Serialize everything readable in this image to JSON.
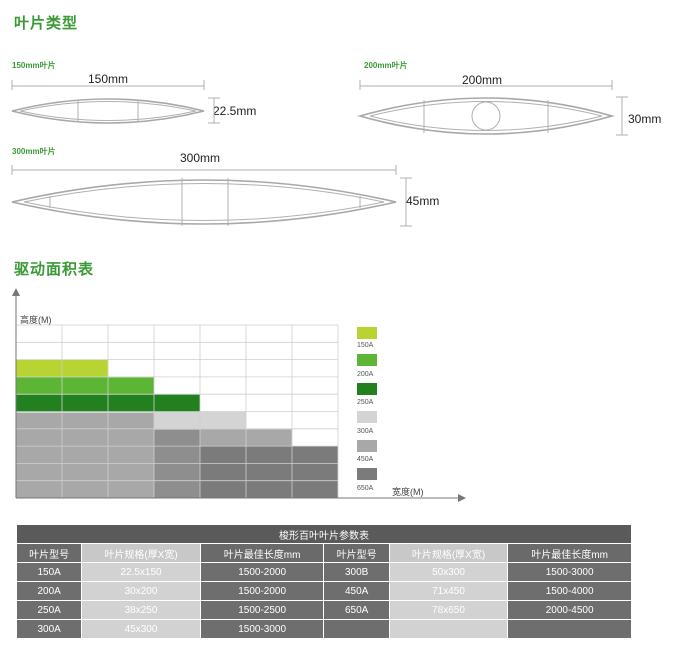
{
  "sections": {
    "blade_types_title": "叶片类型",
    "drive_area_title": "驱动面积表"
  },
  "blades": [
    {
      "label": "150mm叶片",
      "width": "150mm",
      "height": "22.5mm"
    },
    {
      "label": "200mm叶片",
      "width": "200mm",
      "height": "30mm"
    },
    {
      "label": "300mm叶片",
      "width": "300mm",
      "height": "45mm"
    }
  ],
  "chart_data": {
    "type": "area",
    "ylabel": "高度(M)",
    "xlabel": "宽度(M)",
    "grid": true,
    "columns": 7,
    "rows": 10,
    "legend_placement": "right",
    "series": [
      {
        "name": "150A",
        "color": "#b7d432",
        "cols": 2,
        "rows": 1
      },
      {
        "name": "200A",
        "color": "#5db536",
        "cols": 3,
        "rows": 1
      },
      {
        "name": "250A",
        "color": "#23801f",
        "cols": 4,
        "rows": 1
      },
      {
        "name": "300A",
        "color": "#d4d4d4",
        "cols": 5,
        "rows": 1
      },
      {
        "name": "450A",
        "color": "#a8a8a8",
        "cols": 6,
        "rows": 1
      },
      {
        "name": "650A",
        "color": "#7b7b7b",
        "cols": 7,
        "rows": 1
      }
    ]
  },
  "table": {
    "caption": "梭形百叶叶片参数表",
    "headers": [
      "叶片型号",
      "叶片规格(厚X宽)",
      "叶片最佳长度mm",
      "叶片型号",
      "叶片规格(厚X宽)",
      "叶片最佳长度mm"
    ],
    "rows": [
      [
        "150A",
        "22.5x150",
        "1500-2000",
        "300B",
        "50x300",
        "1500-3000"
      ],
      [
        "200A",
        "30x200",
        "1500-2000",
        "450A",
        "71x450",
        "1500-4000"
      ],
      [
        "250A",
        "38x250",
        "1500-2500",
        "650A",
        "78x650",
        "2000-4500"
      ],
      [
        "300A",
        "45x300",
        "1500-3000",
        "",
        "",
        ""
      ]
    ]
  }
}
